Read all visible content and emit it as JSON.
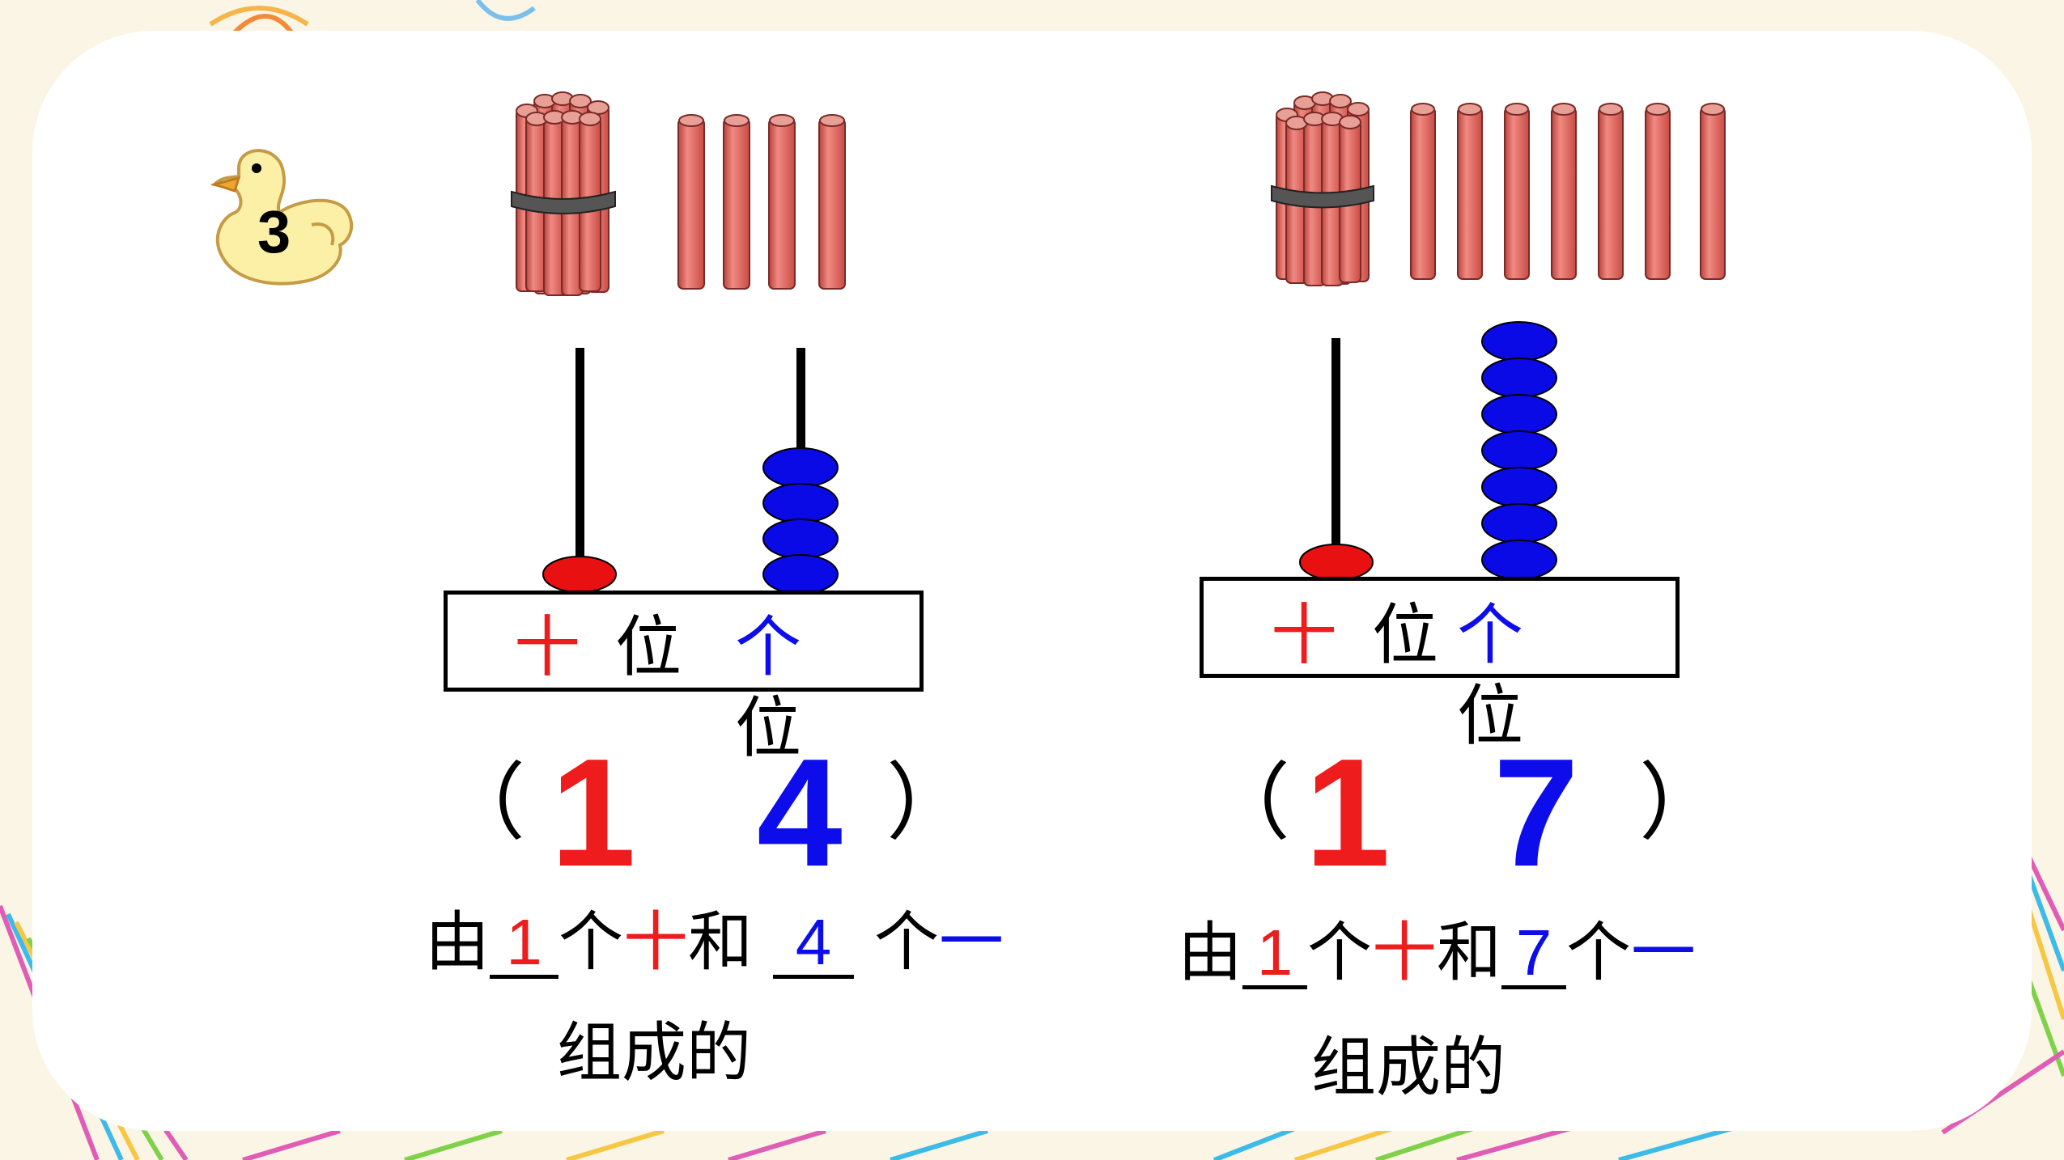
{
  "badge": {
    "number": "3",
    "icon": "duck-icon"
  },
  "left": {
    "tens_label": "十",
    "wei1": "位",
    "ones_label": "个",
    "wei2": "位",
    "paren_open": "（",
    "paren_close": "）",
    "tens_digit": "1",
    "ones_digit": "4",
    "s_you": "由",
    "blank1": "1",
    "s_ge1": "个",
    "s_shi": "十",
    "s_he": "和",
    "blank2": "4",
    "s_ge2": "个",
    "s_yi": "一",
    "s_end": "组成的",
    "tens_beads": 1,
    "ones_beads": 4,
    "bundles": 1,
    "sticks": 4
  },
  "right": {
    "tens_label": "十",
    "wei1": "位",
    "ones_label": "个",
    "wei2": "位",
    "paren_open": "（",
    "paren_close": "）",
    "tens_digit": "1",
    "ones_digit": "7",
    "s_you": "由",
    "blank1": "1",
    "s_ge1": "个",
    "s_shi": "十",
    "s_he": "和",
    "blank2": "7",
    "s_ge2": "个",
    "s_yi": "一",
    "s_end": "组成的",
    "tens_beads": 1,
    "ones_beads": 7,
    "bundles": 1,
    "sticks": 7
  },
  "colors": {
    "red": "#ee1c1c",
    "blue": "#0d0dec",
    "stick": "#e8706a"
  }
}
